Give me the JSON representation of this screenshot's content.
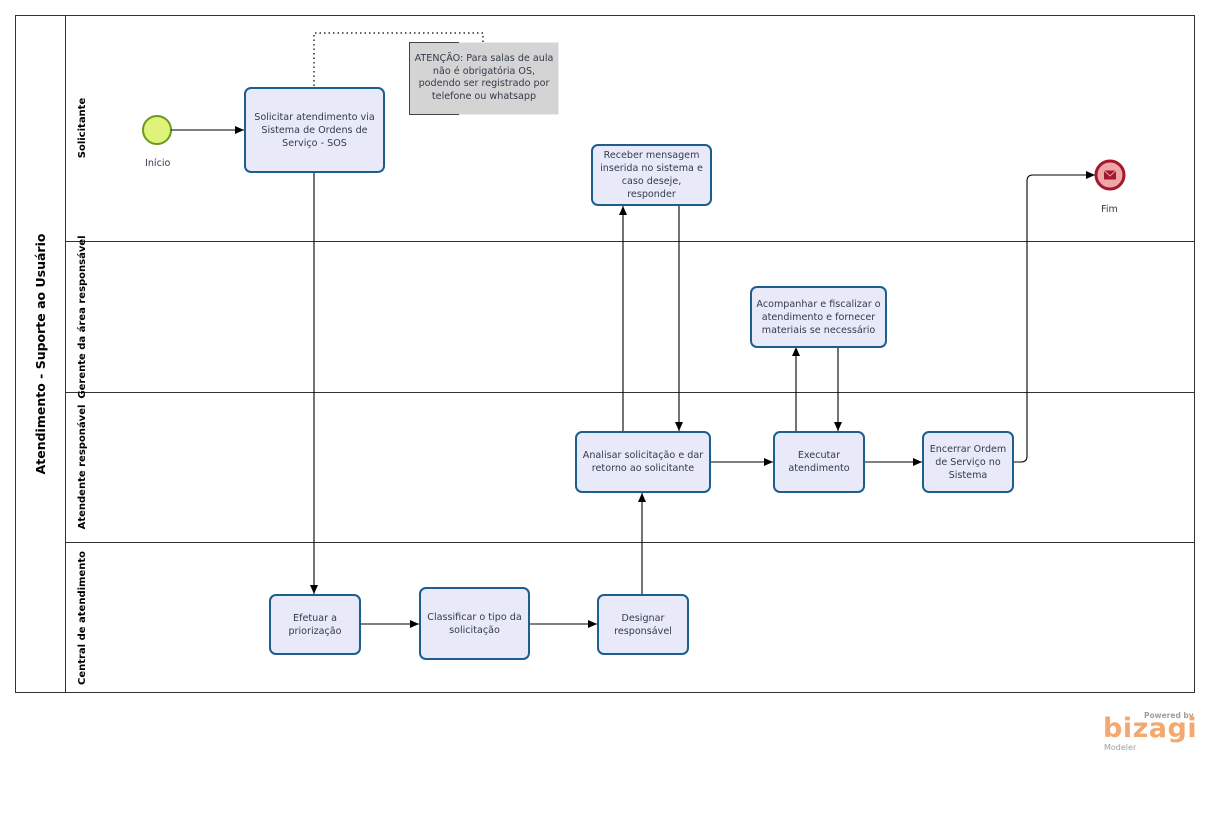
{
  "pool": {
    "title": "Atendimento - Suporte ao Usuário"
  },
  "lanes": {
    "solicitante": "Solicitante",
    "gerente": "Gerente da área responsável",
    "atendente": "Atendente responável",
    "central": "Central de atendimento"
  },
  "events": {
    "start": "Início",
    "end": "Fim"
  },
  "tasks": {
    "solicitar": [
      "Solicitar atendimento via",
      "Sistema de Ordens de",
      "Serviço - SOS"
    ],
    "receber": [
      "Receber mensagem",
      "inserida no sistema e",
      "caso deseje, responder"
    ],
    "acompanhar": [
      "Acompanhar e fiscalizar o",
      "atendimento e fornecer",
      "materiais se necessário"
    ],
    "analisar": [
      "Analisar solicitação e dar",
      "retorno ao solicitante"
    ],
    "executar": [
      "Executar",
      "atendimento"
    ],
    "encerrar": [
      "Encerrar Ordem",
      "de Serviço no",
      "Sistema"
    ],
    "efetuar": [
      "Efetuar a",
      "priorização"
    ],
    "classificar": [
      "Classificar o tipo da",
      "solicitação"
    ],
    "designar": [
      "Designar",
      "responsável"
    ]
  },
  "note": [
    "ATENÇÃO: Para salas de aula",
    "não é obrigatória OS,",
    "podendo ser registrado por",
    "telefone ou whatsapp"
  ],
  "branding": {
    "top": "Powered by",
    "main": "bizagi",
    "sub": "Modeler"
  },
  "colors": {
    "task_fill": "#e8eafa",
    "task_stroke": "#1d5e8c",
    "start_fill": "#dff27a",
    "start_stroke": "#6a9a1f",
    "end_fill": "#f0a5a8",
    "end_stroke": "#a3182d",
    "note_fill": "#d4d4d4",
    "brand": "#f4a86f"
  }
}
